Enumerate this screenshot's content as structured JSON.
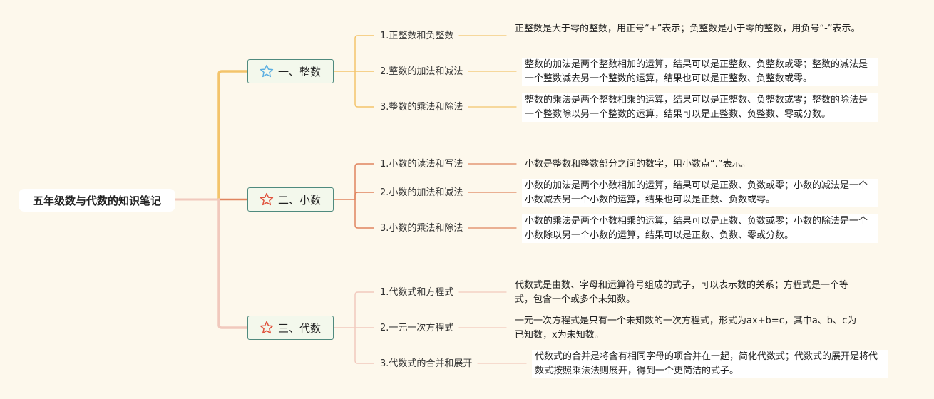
{
  "root": {
    "label": "五年级数与代数的知识笔记"
  },
  "colors": {
    "branch1": "#f3c46b",
    "branch2": "#e0845e",
    "branch3": "#f1c9bd",
    "star1": "#5aaee2",
    "star2": "#e0523c",
    "star3": "#e0523c"
  },
  "branches": [
    {
      "label": "一、整数",
      "icon": "star-outline-icon",
      "items": [
        {
          "title": "1.正整数和负整数",
          "desc": "正整数是大于零的整数，用正号“+”表示；负整数是小于零的整数，用负号“-”表示。"
        },
        {
          "title": "2.整数的加法和减法",
          "desc": "整数的加法是两个整数相加的运算，结果可以是正整数、负整数或零；整数的减法是一个整数减去另一个整数的运算，结果也可以是正整数、负整数或零。"
        },
        {
          "title": "3.整数的乘法和除法",
          "desc": "整数的乘法是两个整数相乘的运算，结果可以是正整数、负整数或零；整数的除法是一个整数除以另一个整数的运算，结果可以是正整数、负整数、零或分数。"
        }
      ]
    },
    {
      "label": "二、小数",
      "icon": "star-outline-icon",
      "items": [
        {
          "title": "1.小数的读法和写法",
          "desc": "小数是整数和整数部分之间的数字，用小数点“.”表示。"
        },
        {
          "title": "2.小数的加法和减法",
          "desc": "小数的加法是两个小数相加的运算，结果可以是正数、负数或零；小数的减法是一个小数减去另一个小数的运算，结果也可以是正数、负数或零。"
        },
        {
          "title": "3.小数的乘法和除法",
          "desc": "小数的乘法是两个小数相乘的运算，结果可以是正数、负数或零；小数的除法是一个小数除以另一个小数的运算，结果可以是正数、负数、零或分数。"
        }
      ]
    },
    {
      "label": "三、代数",
      "icon": "star-outline-icon",
      "items": [
        {
          "title": "1.代数式和方程式",
          "desc": "代数式是由数、字母和运算符号组成的式子，可以表示数的关系；方程式是一个等式，包含一个或多个未知数。"
        },
        {
          "title": "2.一元一次方程式",
          "desc": "一元一次方程式是只有一个未知数的一次方程式，形式为ax+b=c，其中a、b、c为已知数，x为未知数。"
        },
        {
          "title": "3.代数式的合并和展开",
          "desc": "代数式的合并是将含有相同字母的项合并在一起，简化代数式；代数式的展开是将代数式按照乘法法则展开，得到一个更简洁的式子。"
        }
      ]
    }
  ]
}
